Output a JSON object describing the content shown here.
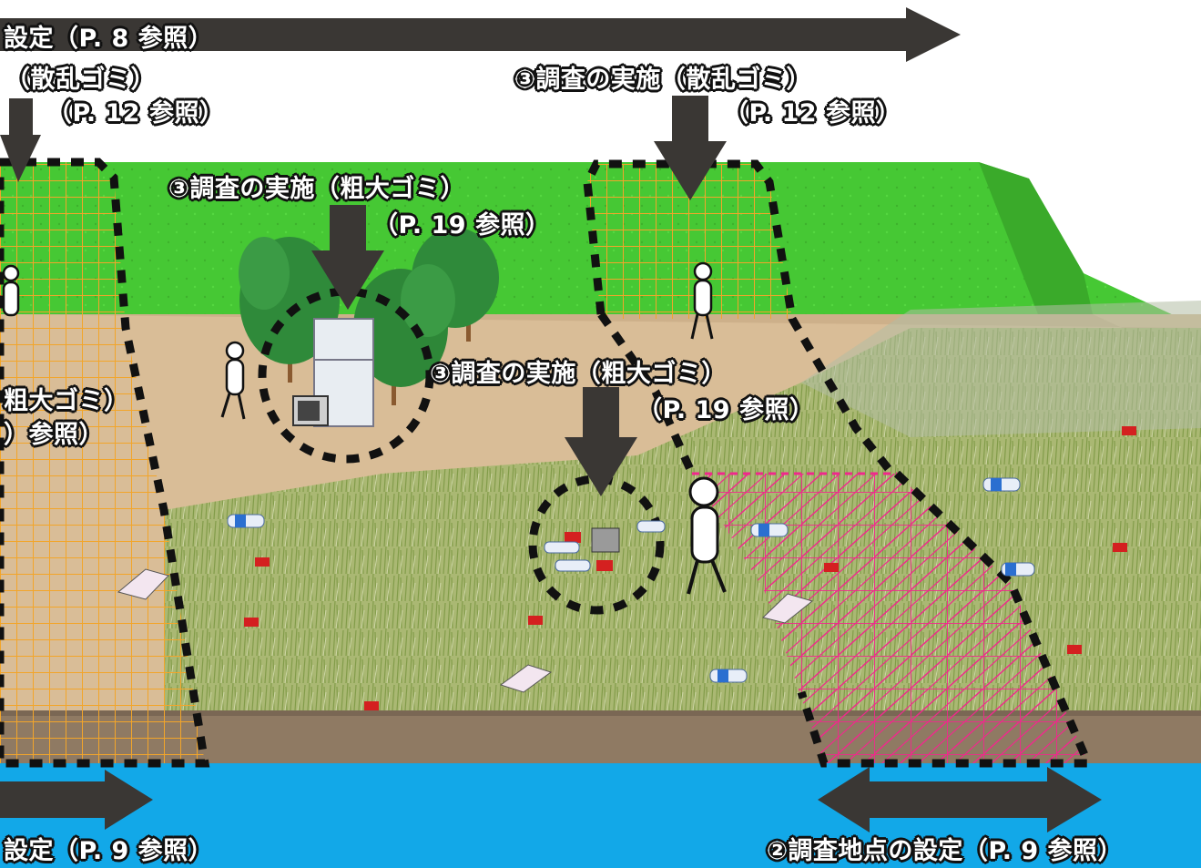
{
  "labels": {
    "top_setting": "設定（P. 8 参照）",
    "top_left_scatter": "（散乱ゴミ）",
    "top_left_scatter_ref": "（P. 12 参照）",
    "top_right_scatter": "③調査の実施（散乱ゴミ）",
    "top_right_scatter_ref": "（P. 12 参照）",
    "center_bulky": "③調査の実施（粗大ゴミ）",
    "center_bulky_ref": "（P. 19 参照）",
    "middle_bulky": "③調査の実施（粗大ゴミ）",
    "middle_bulky_ref": "（P. 19 参照）",
    "left_bulky": "粗大ゴミ）",
    "left_bulky_ref": "）参照）",
    "bottom_left_setting": "設定（P. 9 参照）",
    "bottom_right_setting": "②調査地点の設定（P. 9 参照）"
  },
  "colors": {
    "grass_top": "#44cc33",
    "dirt": "#d8bc96",
    "water": "#12a8e8",
    "bank": "#8f7a63",
    "reeds": "#9fb46a",
    "orange_grid": "#f2a52a",
    "pink_grid": "#f0288c",
    "arrow": "#3a3734",
    "dot_outline": "#111111"
  }
}
